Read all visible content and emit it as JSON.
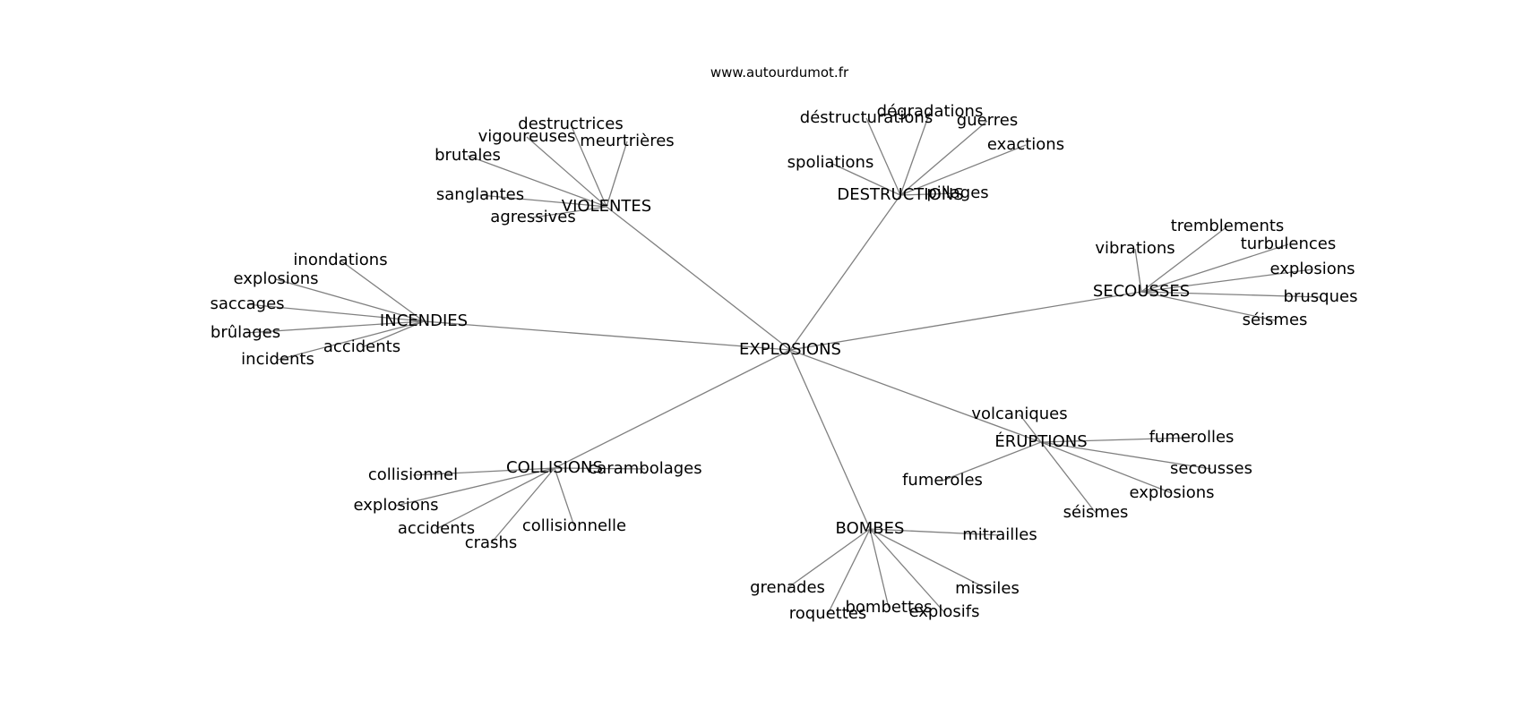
{
  "source_caption": "www.autourdumot.fr",
  "center": "EXPLOSIONS",
  "groups": [
    {
      "hub": "VIOLENTES",
      "leaves": [
        "destructrices",
        "vigoureuses",
        "meurtrières",
        "brutales",
        "sanglantes",
        "agressives"
      ]
    },
    {
      "hub": "DESTRUCTIONS",
      "leaves": [
        "dégradations",
        "déstructurations",
        "guerres",
        "exactions",
        "spoliations",
        "pillages"
      ]
    },
    {
      "hub": "SECOUSSES",
      "leaves": [
        "tremblements",
        "vibrations",
        "turbulences",
        "explosions",
        "brusques",
        "séismes"
      ]
    },
    {
      "hub": "INCENDIES",
      "leaves": [
        "inondations",
        "explosions",
        "saccages",
        "brûlages",
        "accidents",
        "incidents"
      ]
    },
    {
      "hub": "ÉRUPTIONS",
      "leaves": [
        "volcaniques",
        "fumerolles",
        "secousses",
        "explosions",
        "séismes",
        "fumeroles"
      ]
    },
    {
      "hub": "COLLISIONS",
      "leaves": [
        "collisionnel",
        "carambolages",
        "explosions",
        "accidents",
        "collisionnelle",
        "crashs"
      ]
    },
    {
      "hub": "BOMBES",
      "leaves": [
        "mitrailles",
        "grenades",
        "missiles",
        "bombettes",
        "explosifs",
        "roquettes"
      ]
    }
  ]
}
